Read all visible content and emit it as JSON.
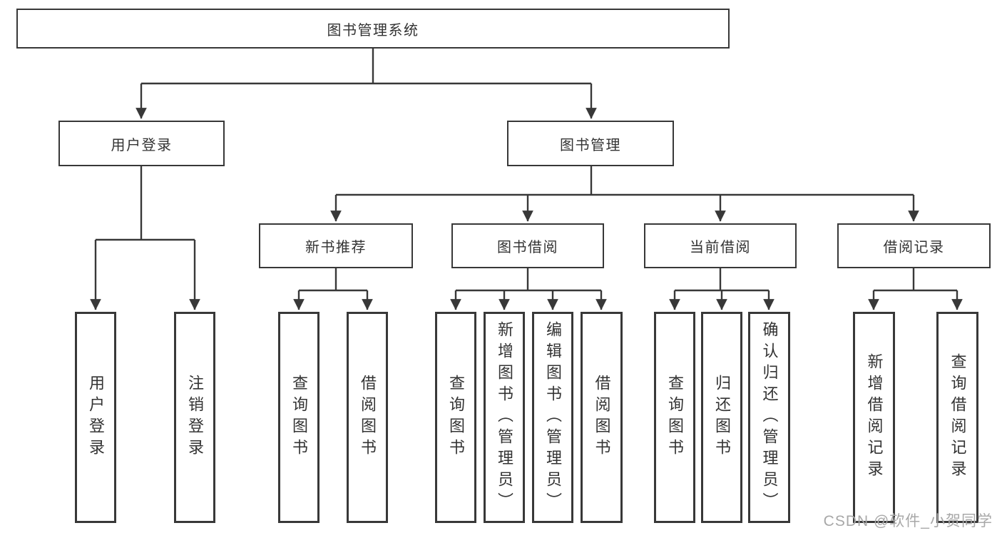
{
  "colors": {
    "line": "#383838",
    "text": "#333333",
    "background": "#ffffff",
    "watermark": "#a8a8a8"
  },
  "watermark": "CSDN @软件_小贺同学",
  "tree": {
    "label": "图书管理系统",
    "children": [
      {
        "label": "用户登录",
        "children": [
          {
            "label": "用户登录"
          },
          {
            "label": "注销登录"
          }
        ]
      },
      {
        "label": "图书管理",
        "children": [
          {
            "label": "新书推荐",
            "children": [
              {
                "label": "查询图书"
              },
              {
                "label": "借阅图书"
              }
            ]
          },
          {
            "label": "图书借阅",
            "children": [
              {
                "label": "查询图书"
              },
              {
                "label": "新增图书（管理员）"
              },
              {
                "label": "编辑图书（管理员）"
              },
              {
                "label": "借阅图书"
              }
            ]
          },
          {
            "label": "当前借阅",
            "children": [
              {
                "label": "查询图书"
              },
              {
                "label": "归还图书"
              },
              {
                "label": "确认归还（管理员）"
              }
            ]
          },
          {
            "label": "借阅记录",
            "children": [
              {
                "label": "新增借阅记录"
              },
              {
                "label": "查询借阅记录"
              }
            ]
          }
        ]
      }
    ]
  }
}
